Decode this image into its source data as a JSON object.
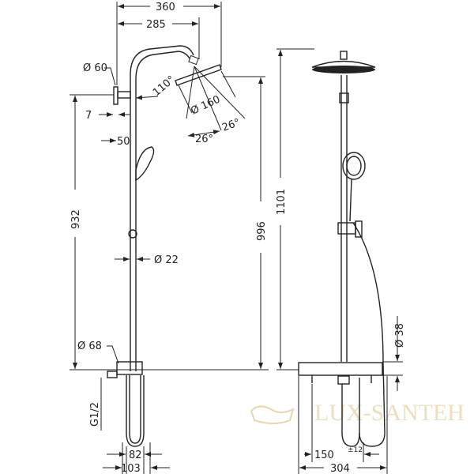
{
  "drawing": {
    "left_view": {
      "dims": {
        "width_360": "360",
        "width_285": "285",
        "diam_60": "Ø 60",
        "angle_110": "110°",
        "diam_160": "Ø 160",
        "offset_7": "7",
        "offset_50": "50",
        "angle_26a": "26°",
        "angle_26b": "26°",
        "height_932": "932",
        "height_996": "996",
        "diam_22": "Ø 22",
        "diam_68": "Ø 68",
        "thread": "G1/2",
        "width_82": "82",
        "width_103": "103"
      }
    },
    "right_view": {
      "dims": {
        "height_1101": "1101",
        "diam_38": "Ø 38",
        "width_150": "150",
        "tolerance": "±12",
        "width_304": "304"
      }
    }
  },
  "watermark": {
    "brand": "LUX-SANTEH"
  }
}
